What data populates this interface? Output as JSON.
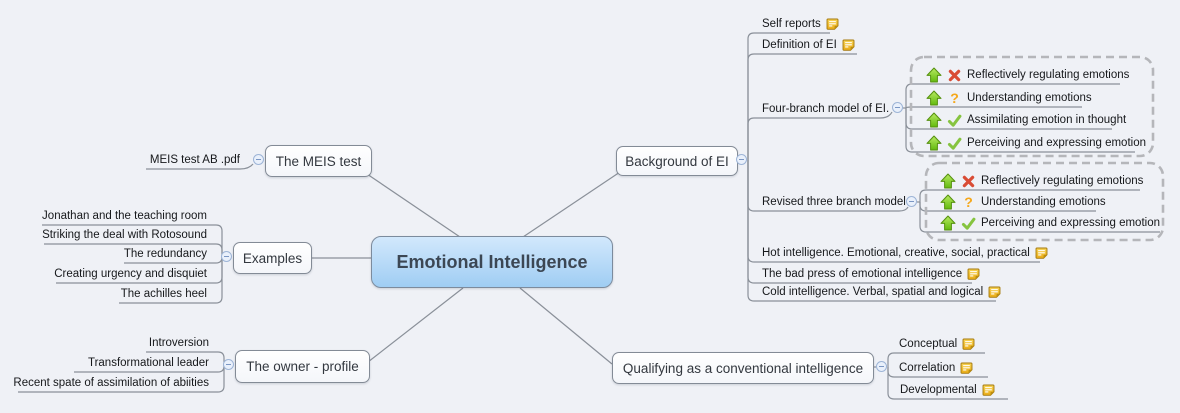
{
  "mindmap": {
    "central_topic": "Emotional Intelligence",
    "branches": [
      {
        "id": "meis",
        "label": "The MEIS test",
        "children": [
          {
            "label": "MEIS test AB .pdf"
          }
        ]
      },
      {
        "id": "examples",
        "label": "Examples",
        "children": [
          {
            "label": "Jonathan and the teaching room"
          },
          {
            "label": "Striking the deal with Rotosound"
          },
          {
            "label": "The redundancy"
          },
          {
            "label": "Creating urgency and disquiet"
          },
          {
            "label": "The achilles heel"
          }
        ]
      },
      {
        "id": "owner",
        "label": "The owner - profile",
        "children": [
          {
            "label": "Introversion"
          },
          {
            "label": "Transformational leader"
          },
          {
            "label": "Recent spate of assimilation of abiities"
          }
        ]
      },
      {
        "id": "background",
        "label": "Background of EI",
        "children": [
          {
            "label": "Self reports",
            "icons": [
              "notes-icon"
            ]
          },
          {
            "label": "Definition of EI",
            "icons": [
              "notes-icon"
            ]
          },
          {
            "label": "Four-branch model of EI.",
            "children": [
              {
                "label": "Reflectively regulating emotions",
                "icons": [
                  "green-up-arrow-icon",
                  "red-cross-icon"
                ]
              },
              {
                "label": "Understanding emotions",
                "icons": [
                  "green-up-arrow-icon",
                  "question-mark-icon"
                ]
              },
              {
                "label": "Assimilating emotion in thought",
                "icons": [
                  "green-up-arrow-icon",
                  "green-check-icon"
                ]
              },
              {
                "label": "Perceiving and expressing emotion",
                "icons": [
                  "green-up-arrow-icon",
                  "green-check-icon"
                ]
              }
            ]
          },
          {
            "label": "Revised three branch model",
            "children": [
              {
                "label": "Reflectively regulating emotions",
                "icons": [
                  "green-up-arrow-icon",
                  "red-cross-icon"
                ]
              },
              {
                "label": "Understanding emotions",
                "icons": [
                  "green-up-arrow-icon",
                  "question-mark-icon"
                ]
              },
              {
                "label": "Perceiving and expressing emotion",
                "icons": [
                  "green-up-arrow-icon",
                  "green-check-icon"
                ]
              }
            ]
          },
          {
            "label": "Hot intelligence. Emotional, creative, social, practical",
            "icons": [
              "notes-icon"
            ]
          },
          {
            "label": "The bad press of emotional intelligence",
            "icons": [
              "notes-icon"
            ]
          },
          {
            "label": "Cold intelligence. Verbal, spatial and logical",
            "icons": [
              "notes-icon"
            ]
          }
        ]
      },
      {
        "id": "qualifying",
        "label": "Qualifying as a conventional intelligence",
        "children": [
          {
            "label": "Conceptual",
            "icons": [
              "notes-icon"
            ]
          },
          {
            "label": "Correlation",
            "icons": [
              "notes-icon"
            ]
          },
          {
            "label": "Developmental",
            "icons": [
              "notes-icon"
            ]
          }
        ]
      }
    ],
    "colors": {
      "canvas_background": "#eff1f6",
      "central_fill_top": "#d2e8fc",
      "central_fill_bottom": "#9fcdf3",
      "branch_line": "#8a9099",
      "note_icon_gold": "#edb823",
      "arrow_green": "#76c422",
      "cross_red": "#d94c35",
      "question_orange": "#f5a81c",
      "check_green": "#86c440"
    }
  }
}
